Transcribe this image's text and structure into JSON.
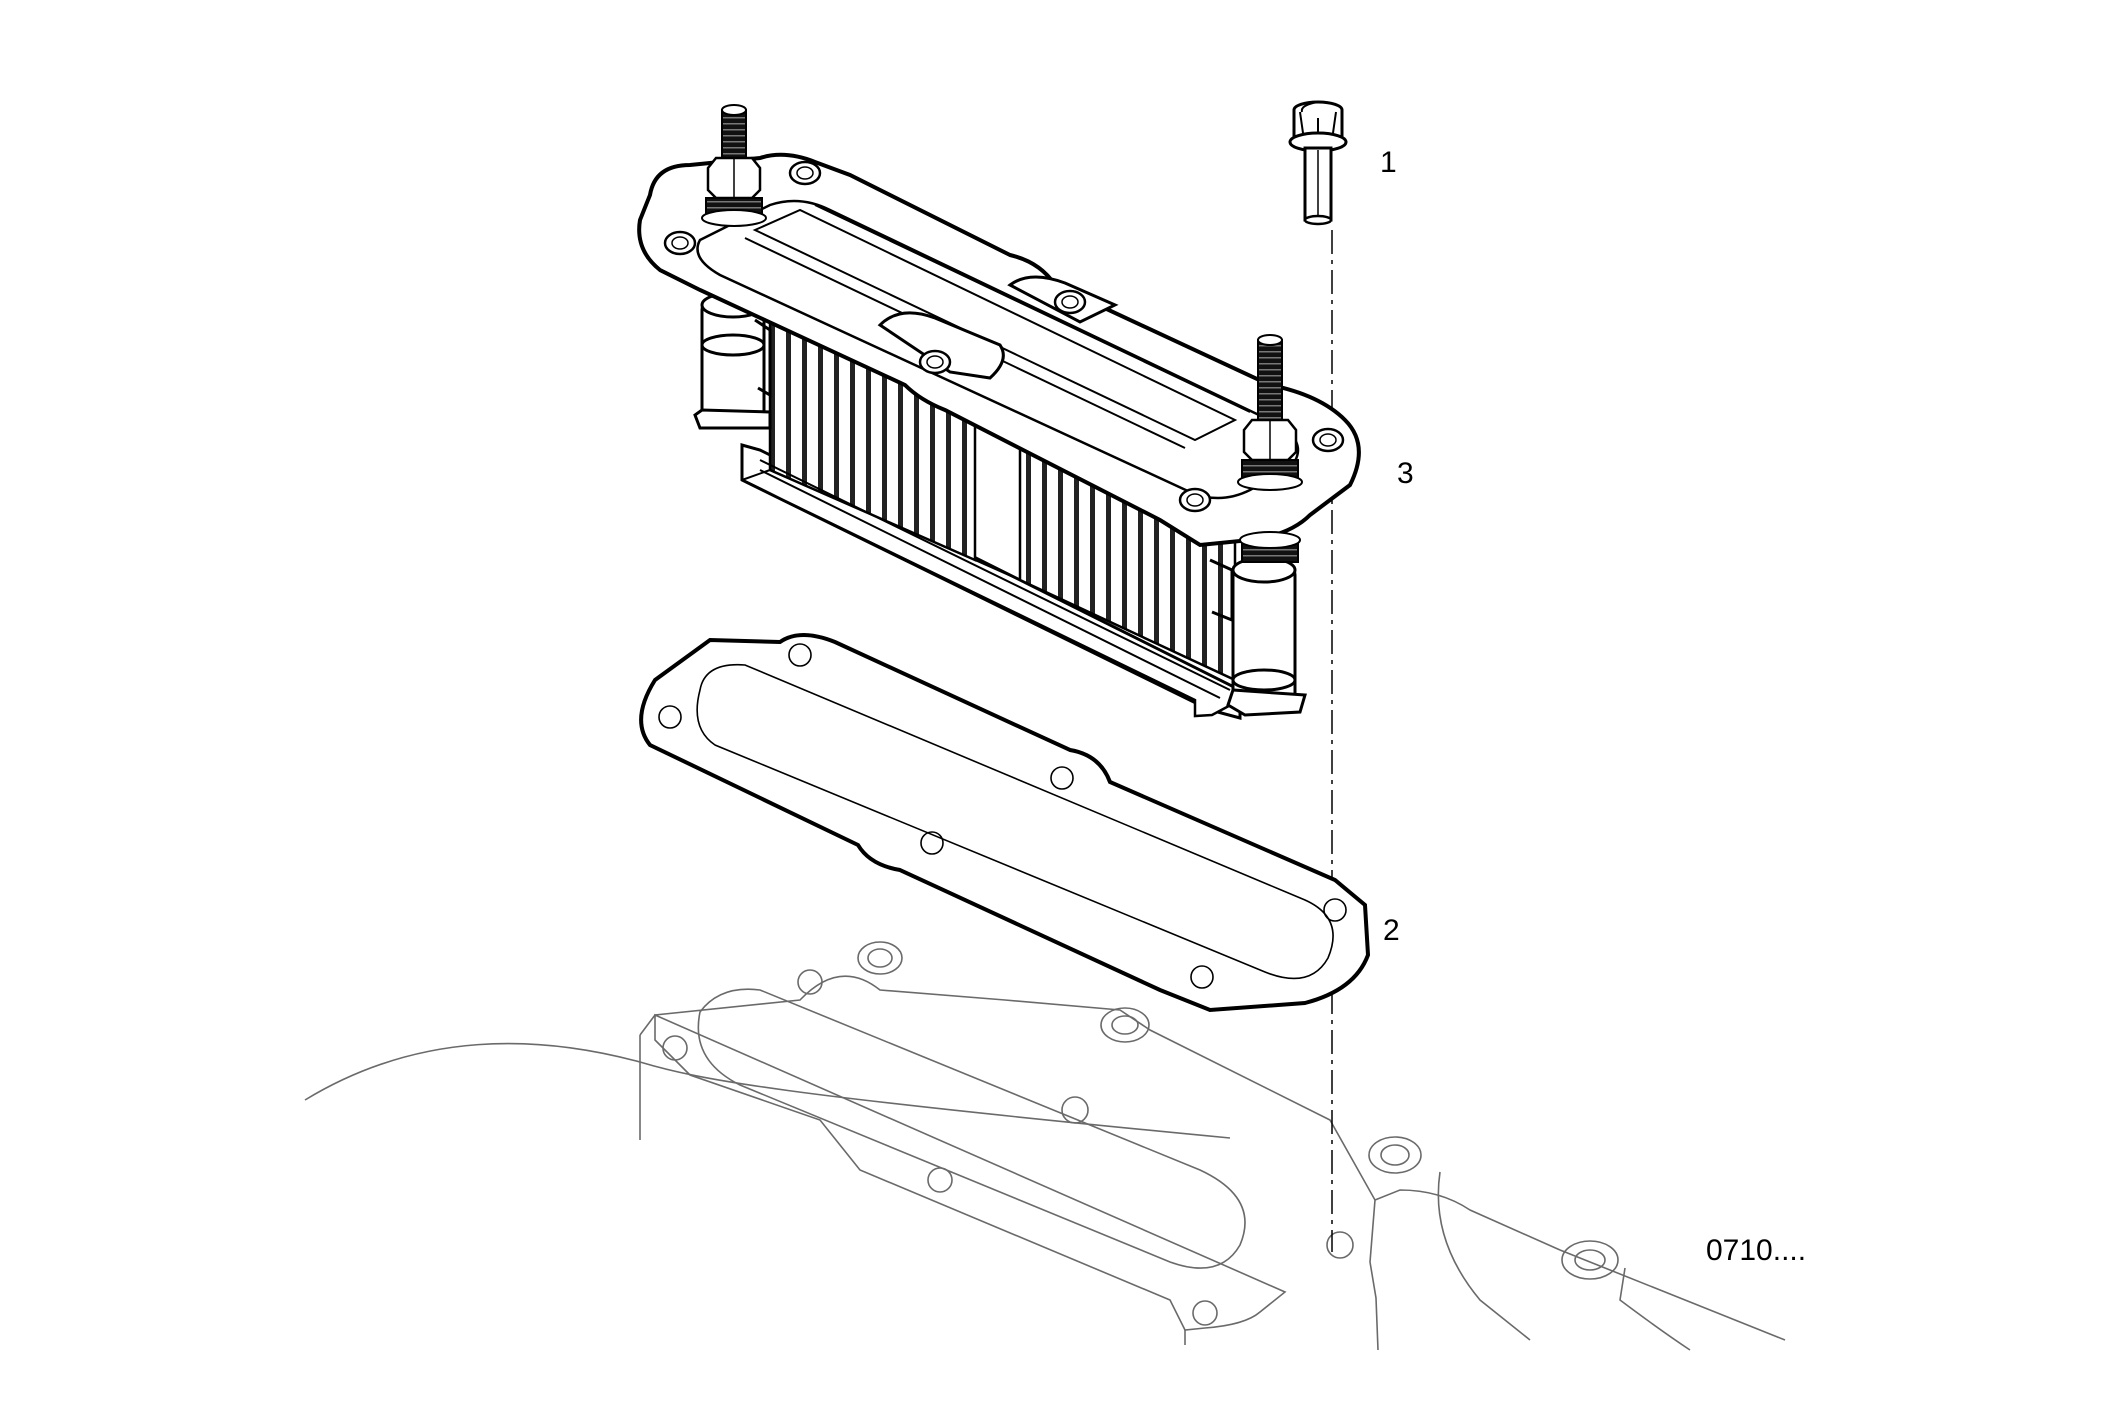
{
  "callouts": [
    {
      "number": "1",
      "part": "flange-bolt"
    },
    {
      "number": "2",
      "part": "gasket"
    },
    {
      "number": "3",
      "part": "oil-cooler-assembly"
    }
  ],
  "figure_ref": "0710...."
}
